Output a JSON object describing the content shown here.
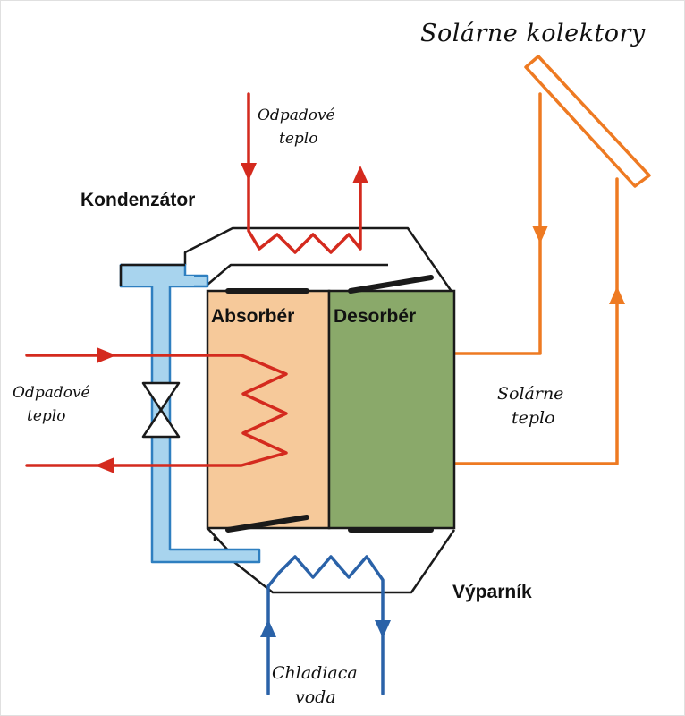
{
  "labels": {
    "solar_collectors": "Solárne kolektory",
    "waste_heat_top_line1": "Odpadové",
    "waste_heat_top_line2": "teplo",
    "condenser": "Kondenzátor",
    "absorber": "Absorbér",
    "desorber": "Desorbér",
    "waste_heat_left_line1": "Odpadové",
    "waste_heat_left_line2": "teplo",
    "solar_heat_line1": "Solárne",
    "solar_heat_line2": "teplo",
    "evaporator": "Výparník",
    "cooling_water_line1": "Chladiaca",
    "cooling_water_line2": "voda"
  },
  "colors": {
    "waste_heat": "#d42a1e",
    "solar": "#ee7a22",
    "cooling": "#2a62a8",
    "pipe_fill": "#a8d4ee",
    "pipe_stroke": "#2e7fc0",
    "absorber_fill": "#f6c99a",
    "desorber_fill": "#8aa96a",
    "outline": "#1a1a1a",
    "frame": "#e0e0e0"
  }
}
